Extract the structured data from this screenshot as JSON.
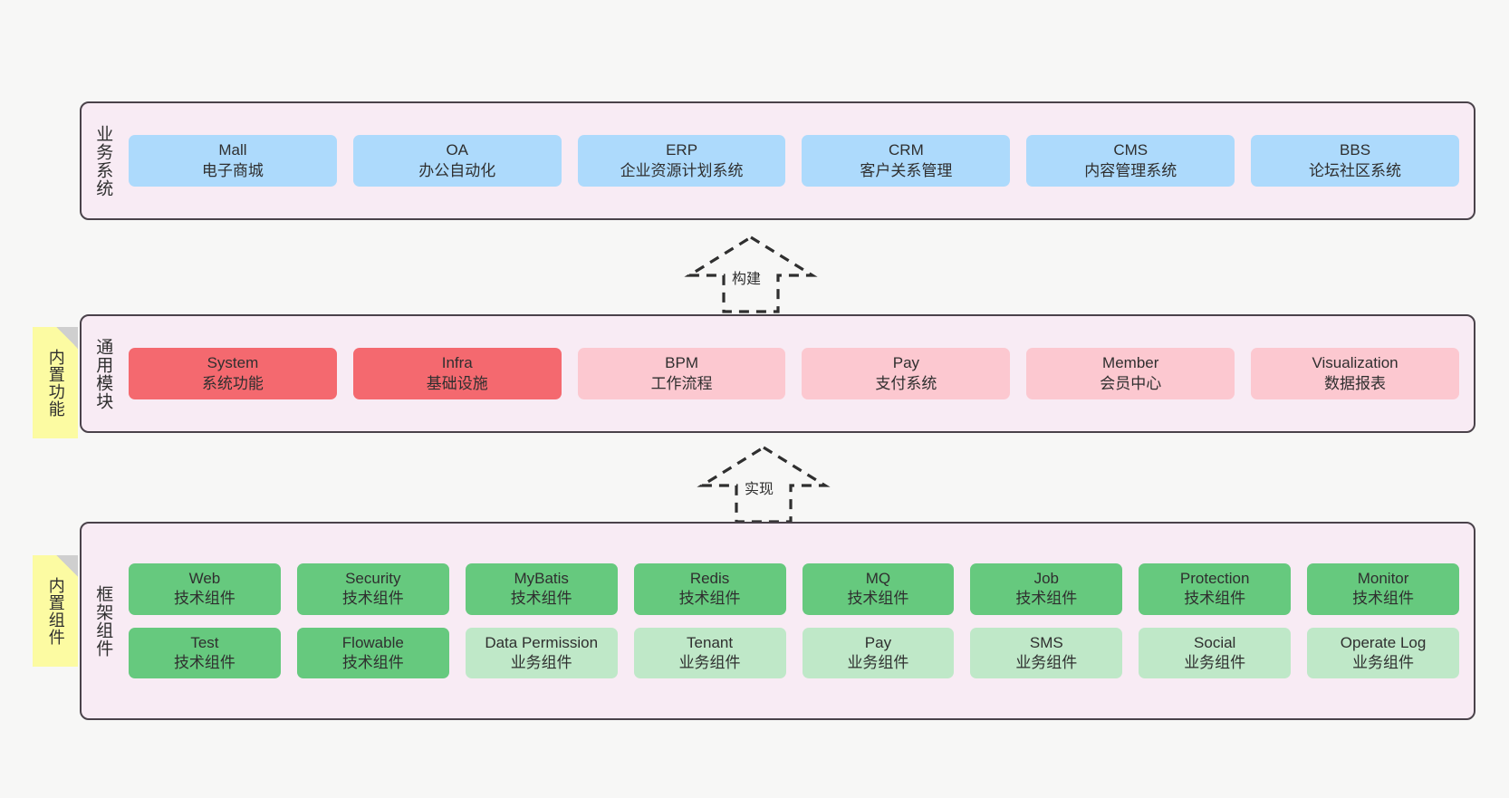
{
  "diagram": {
    "background_color": "#f7f7f6",
    "panel_fill": "#f8ebf4",
    "panel_border": "#4a424a",
    "note_fill": "#fcfba2",
    "colors": {
      "business": "#addafc",
      "module_core": "#f4696f",
      "module_optional": "#fcc8d0",
      "component_tech": "#66c97e",
      "component_business": "#bfe8c8"
    }
  },
  "layers": {
    "business": {
      "title": "业务系统",
      "cards": [
        {
          "t1": "Mall",
          "t2": "电子商城"
        },
        {
          "t1": "OA",
          "t2": "办公自动化"
        },
        {
          "t1": "ERP",
          "t2": "企业资源计划系统"
        },
        {
          "t1": "CRM",
          "t2": "客户关系管理"
        },
        {
          "t1": "CMS",
          "t2": "内容管理系统"
        },
        {
          "t1": "BBS",
          "t2": "论坛社区系统"
        }
      ]
    },
    "modules": {
      "title": "通用模块",
      "note": "内置功能",
      "cards": [
        {
          "t1": "System",
          "t2": "系统功能",
          "style": "c-red"
        },
        {
          "t1": "Infra",
          "t2": "基础设施",
          "style": "c-red"
        },
        {
          "t1": "BPM",
          "t2": "工作流程",
          "style": "c-pink"
        },
        {
          "t1": "Pay",
          "t2": "支付系统",
          "style": "c-pink"
        },
        {
          "t1": "Member",
          "t2": "会员中心",
          "style": "c-pink"
        },
        {
          "t1": "Visualization",
          "t2": "数据报表",
          "style": "c-pink"
        }
      ]
    },
    "framework": {
      "title": "框架组件",
      "note": "内置组件",
      "row1": [
        {
          "t1": "Web",
          "t2": "技术组件"
        },
        {
          "t1": "Security",
          "t2": "技术组件"
        },
        {
          "t1": "MyBatis",
          "t2": "技术组件"
        },
        {
          "t1": "Redis",
          "t2": "技术组件"
        },
        {
          "t1": "MQ",
          "t2": "技术组件"
        },
        {
          "t1": "Job",
          "t2": "技术组件"
        },
        {
          "t1": "Protection",
          "t2": "技术组件"
        },
        {
          "t1": "Monitor",
          "t2": "技术组件"
        }
      ],
      "row2": [
        {
          "t1": "Test",
          "t2": "技术组件",
          "style": "c-green"
        },
        {
          "t1": "Flowable",
          "t2": "技术组件",
          "style": "c-green"
        },
        {
          "t1": "Data Permission",
          "t2": "业务组件",
          "style": "c-lightgreen"
        },
        {
          "t1": "Tenant",
          "t2": "业务组件",
          "style": "c-lightgreen"
        },
        {
          "t1": "Pay",
          "t2": "业务组件",
          "style": "c-lightgreen"
        },
        {
          "t1": "SMS",
          "t2": "业务组件",
          "style": "c-lightgreen"
        },
        {
          "t1": "Social",
          "t2": "业务组件",
          "style": "c-lightgreen"
        },
        {
          "t1": "Operate Log",
          "t2": "业务组件",
          "style": "c-lightgreen"
        }
      ]
    }
  },
  "connectors": [
    {
      "label": "构建"
    },
    {
      "label": "实现"
    }
  ]
}
